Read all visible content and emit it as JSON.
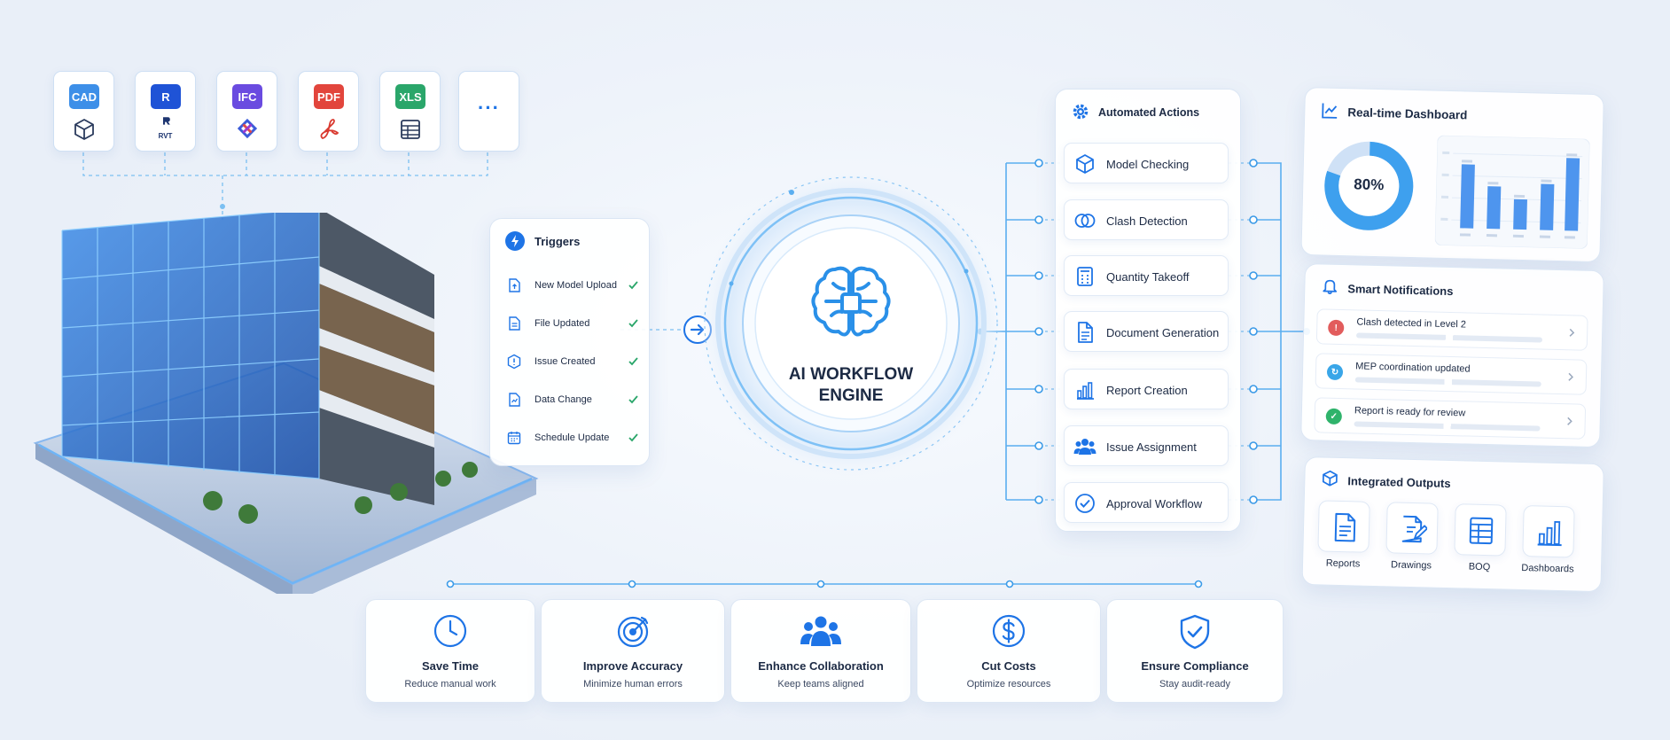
{
  "file_types": [
    {
      "label": "CAD",
      "color": "#3d8fe8",
      "sub": "cube-icon"
    },
    {
      "label": "R",
      "color": "#1f53d6",
      "sub": "revit-logo",
      "sub_text": "RVT"
    },
    {
      "label": "IFC",
      "color": "#6a4be0",
      "sub": "ifc-logo"
    },
    {
      "label": "PDF",
      "color": "#e2453c",
      "sub": "acrobat-icon"
    },
    {
      "label": "XLS",
      "color": "#2aa66a",
      "sub": "spreadsheet-icon"
    },
    {
      "label": "···",
      "color": "",
      "sub": "more-icon"
    }
  ],
  "triggers": {
    "title": "Triggers",
    "items": [
      {
        "label": "New Model Upload",
        "icon": "upload-file-icon"
      },
      {
        "label": "File Updated",
        "icon": "document-icon"
      },
      {
        "label": "Issue Created",
        "icon": "alert-badge-icon"
      },
      {
        "label": "Data Change",
        "icon": "data-change-icon"
      },
      {
        "label": "Schedule Update",
        "icon": "calendar-icon"
      }
    ]
  },
  "engine": {
    "line1": "AI WORKFLOW",
    "line2": "ENGINE"
  },
  "actions": {
    "title": "Automated Actions",
    "items": [
      {
        "label": "Model Checking",
        "icon": "cube-icon"
      },
      {
        "label": "Clash Detection",
        "icon": "overlap-circles-icon"
      },
      {
        "label": "Quantity Takeoff",
        "icon": "calculator-icon"
      },
      {
        "label": "Document Generation",
        "icon": "document-icon"
      },
      {
        "label": "Report Creation",
        "icon": "bar-chart-icon"
      },
      {
        "label": "Issue Assignment",
        "icon": "users-icon"
      },
      {
        "label": "Approval Workflow",
        "icon": "check-circle-icon"
      }
    ]
  },
  "dashboard": {
    "title": "Real-time Dashboard",
    "donut_label": "80%",
    "donut_value": 0.8
  },
  "notifications": {
    "title": "Smart Notifications",
    "items": [
      {
        "label": "Clash detected in Level 2",
        "color": "#e25c5c",
        "icon": "warning-icon"
      },
      {
        "label": "MEP coordination updated",
        "color": "#3aa6e8",
        "icon": "sync-icon"
      },
      {
        "label": "Report is ready for review",
        "color": "#2fb36b",
        "icon": "check-icon"
      }
    ]
  },
  "outputs": {
    "title": "Integrated Outputs",
    "items": [
      {
        "label": "Reports",
        "icon": "report-icon"
      },
      {
        "label": "Drawings",
        "icon": "drawing-icon"
      },
      {
        "label": "BOQ",
        "icon": "boq-table-icon"
      },
      {
        "label": "Dashboards",
        "icon": "dashboard-chart-icon"
      }
    ]
  },
  "benefits": [
    {
      "title": "Save Time",
      "sub": "Reduce manual work",
      "icon": "clock-icon"
    },
    {
      "title": "Improve Accuracy",
      "sub": "Minimize human errors",
      "icon": "target-icon"
    },
    {
      "title": "Enhance Collaboration",
      "sub": "Keep teams aligned",
      "icon": "team-icon"
    },
    {
      "title": "Cut Costs",
      "sub": "Optimize resources",
      "icon": "dollar-icon"
    },
    {
      "title": "Ensure Compliance",
      "sub": "Stay audit-ready",
      "icon": "shield-check-icon"
    }
  ],
  "colors": {
    "accent": "#1e74e6",
    "light_accent": "#6cb8f5",
    "line": "#7cc0f2",
    "text": "#1c2a44"
  }
}
